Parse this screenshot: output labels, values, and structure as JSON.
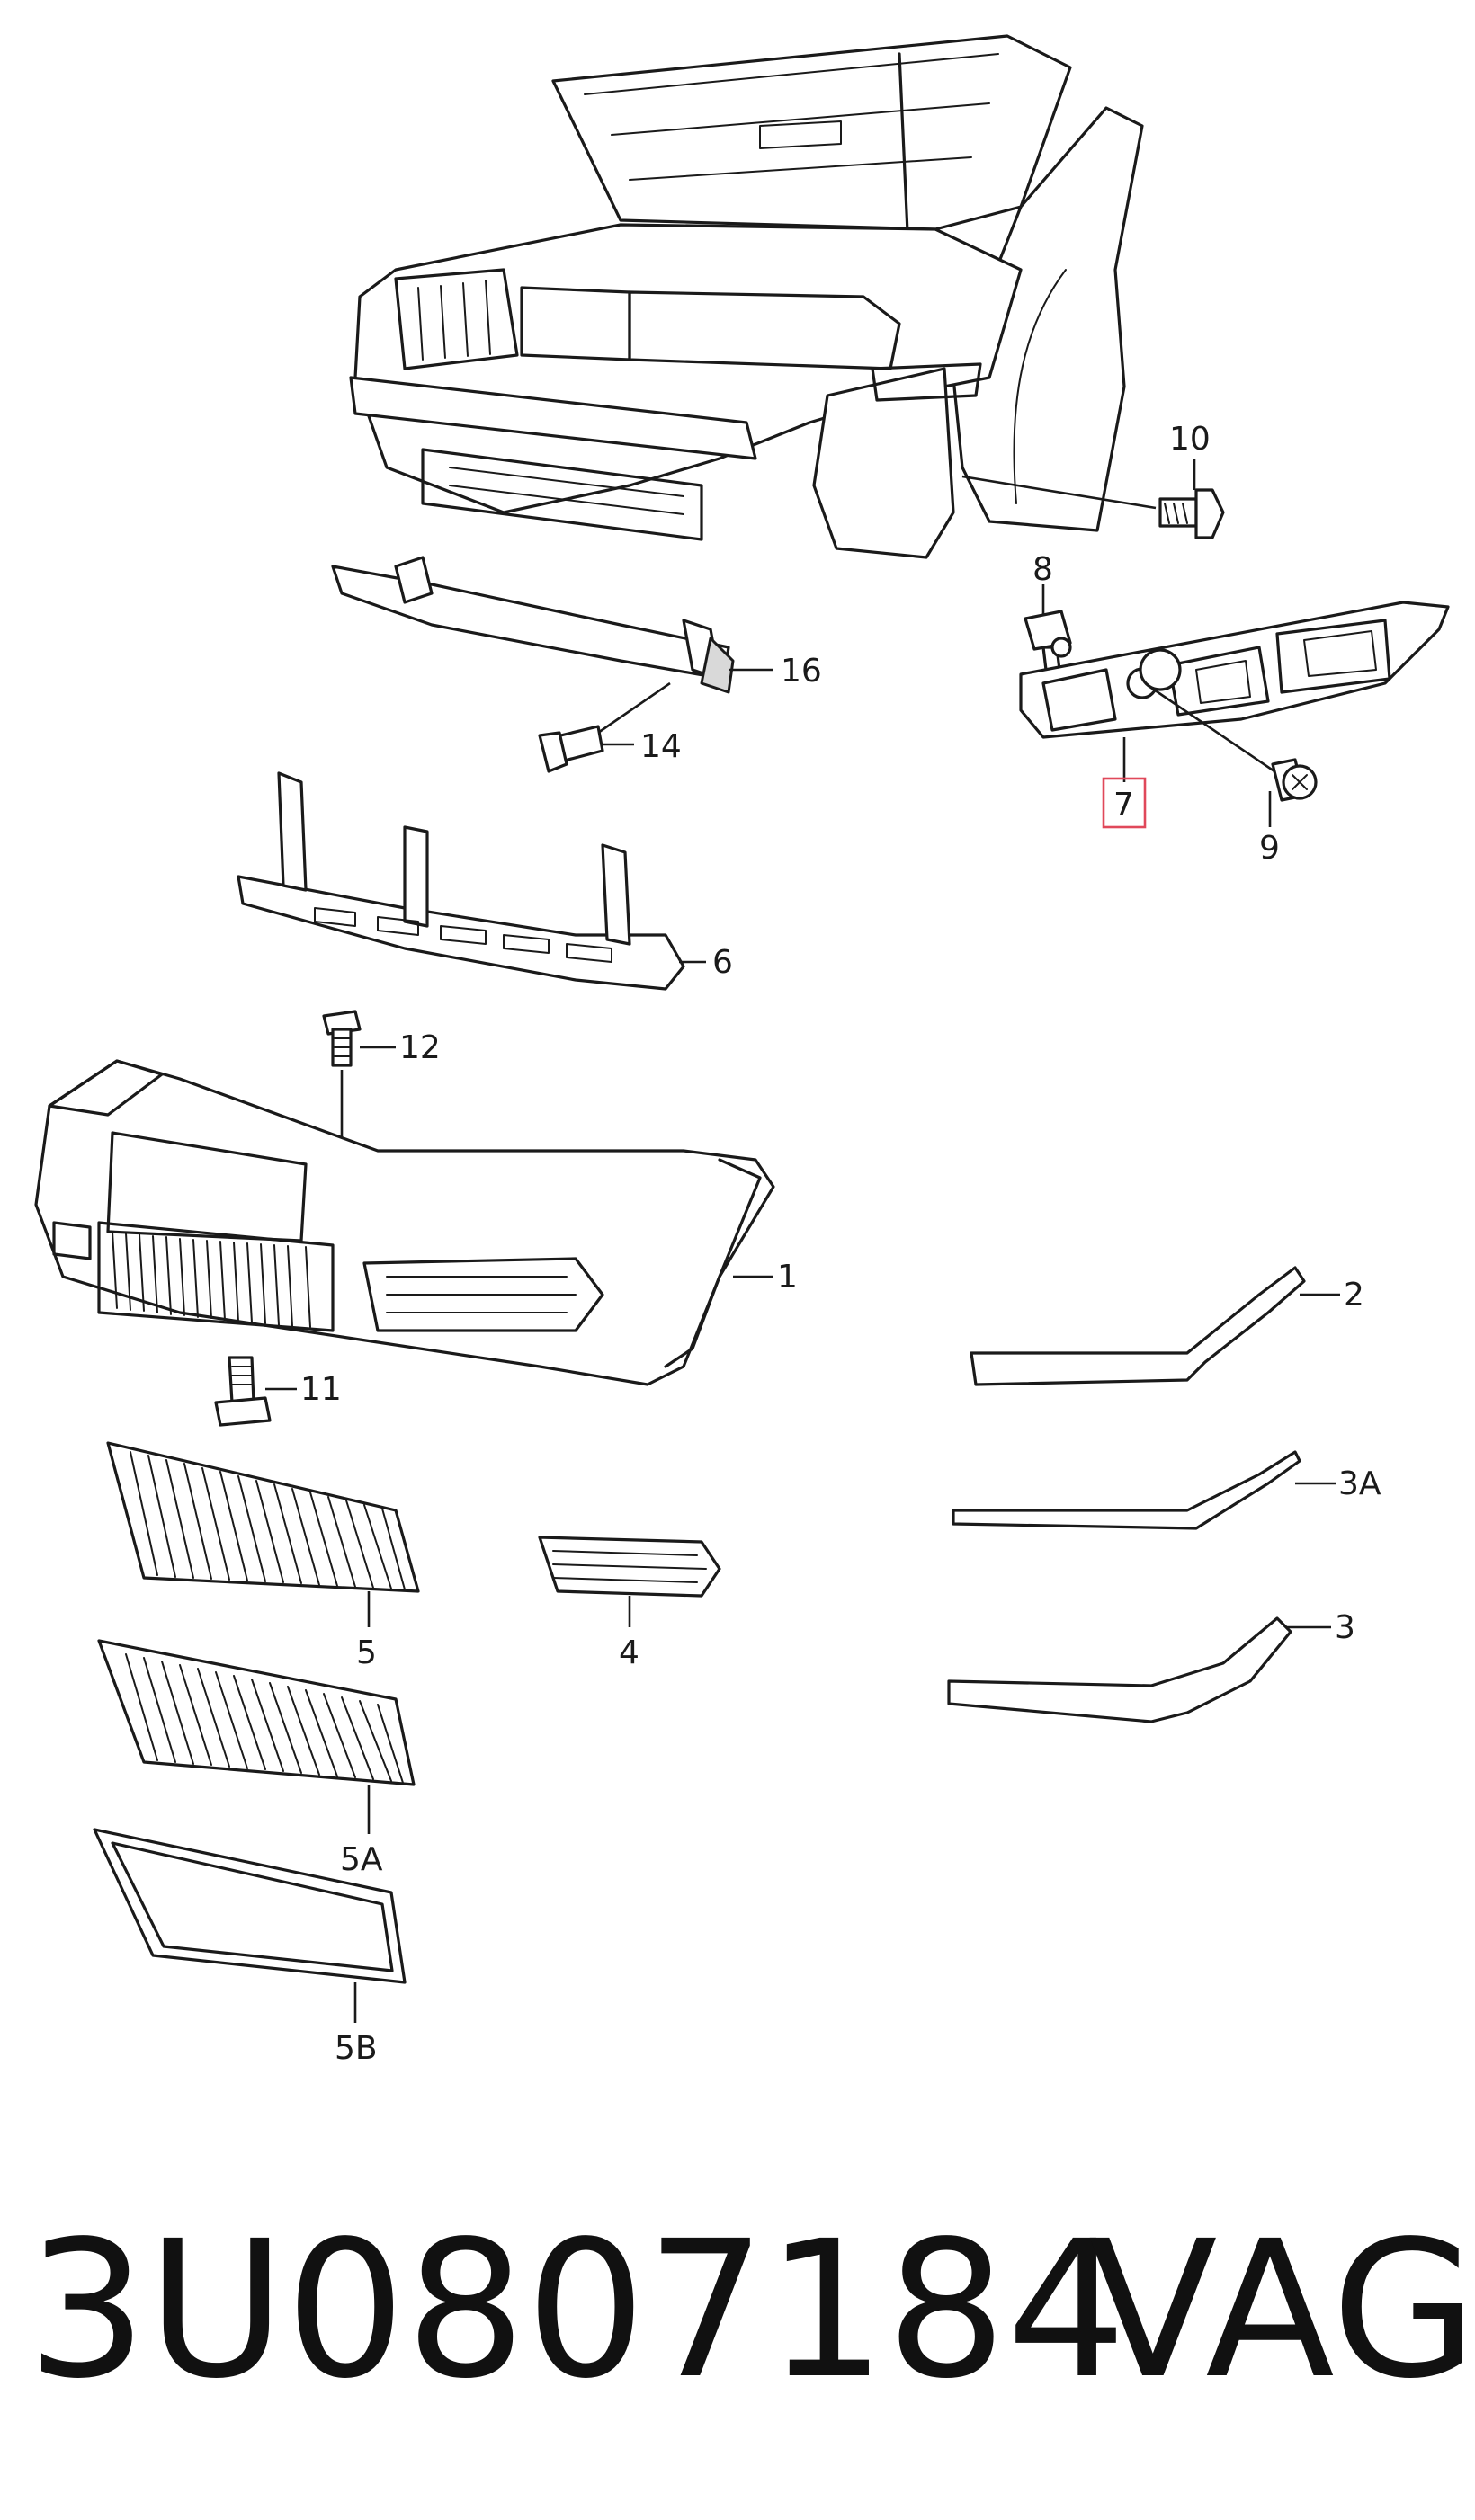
{
  "callouts": [
    {
      "id": "c1",
      "label": "1"
    },
    {
      "id": "c2",
      "label": "2"
    },
    {
      "id": "c3",
      "label": "3"
    },
    {
      "id": "c3a",
      "label": "3A"
    },
    {
      "id": "c4",
      "label": "4"
    },
    {
      "id": "c5",
      "label": "5"
    },
    {
      "id": "c5a",
      "label": "5A"
    },
    {
      "id": "c5b",
      "label": "5B"
    },
    {
      "id": "c6",
      "label": "6"
    },
    {
      "id": "c7",
      "label": "7",
      "highlighted": true
    },
    {
      "id": "c8",
      "label": "8"
    },
    {
      "id": "c9",
      "label": "9"
    },
    {
      "id": "c10",
      "label": "10"
    },
    {
      "id": "c11",
      "label": "11"
    },
    {
      "id": "c12",
      "label": "12"
    },
    {
      "id": "c14",
      "label": "14"
    },
    {
      "id": "c16",
      "label": "16"
    }
  ],
  "footer": {
    "part_number": "3U0807184",
    "brand": "VAG"
  },
  "colors": {
    "line": "#1a1a1a",
    "highlight": "#e0485a",
    "background": "#ffffff"
  }
}
